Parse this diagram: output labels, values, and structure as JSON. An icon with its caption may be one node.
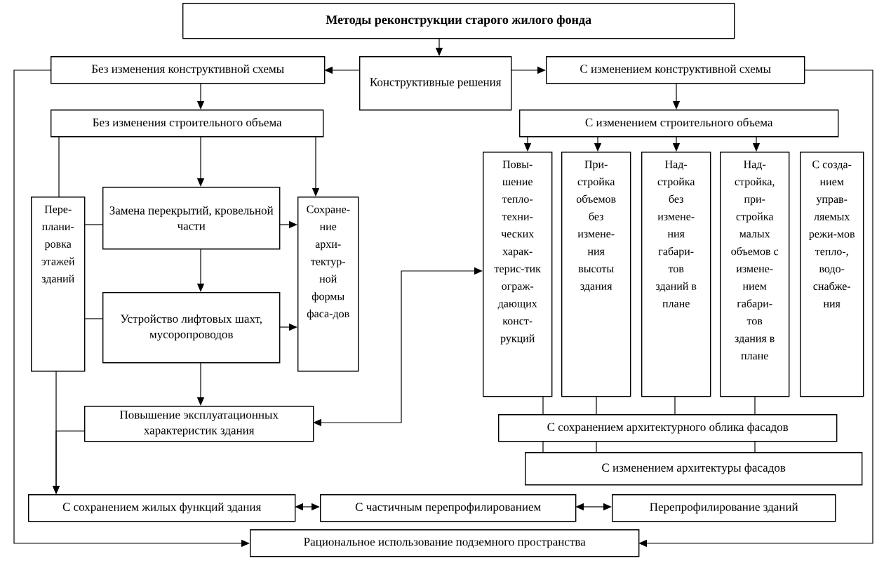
{
  "diagram": {
    "nodes": [
      {
        "text": [
          "Методы реконструкции старого жилого фонда"
        ]
      },
      {
        "text": [
          "Конструктивные решения"
        ]
      },
      {
        "text": [
          "Без изменения конструктивной схемы"
        ]
      },
      {
        "text": [
          "С изменением конструктивной схемы"
        ]
      },
      {
        "text": [
          "Без изменения строительного объема"
        ]
      },
      {
        "text": [
          "С изменением строительного объема"
        ]
      },
      {
        "text": [
          "Пере-плани-ровка этажей зданий"
        ]
      },
      {
        "text": [
          "Замена перекрытий, кровельной части"
        ]
      },
      {
        "text": [
          "Устройство лифтовых шахт, мусоропроводов"
        ]
      },
      {
        "text": [
          "Сохране-ние архи-тектур-ной формы фаса-дов"
        ]
      },
      {
        "text": [
          "Повышение эксплуатационных характеристик здания"
        ]
      },
      {
        "text": [
          "Повы-шение тепло-техни-ческих харак-терис-тик ограж-дающих конст-рукций"
        ]
      },
      {
        "text": [
          "При-стройка объемов без измене-ния высоты здания"
        ]
      },
      {
        "text": [
          "Над-стройка без измене-ния габари-тов зданий в плане"
        ]
      },
      {
        "text": [
          "Над-стройка, при-стройка малых объемов с измене-нием габари-тов здания в плане"
        ]
      },
      {
        "text": [
          "С созда-нием управ-ляемых режи-мов тепло-, водо-снабже-ния"
        ]
      },
      {
        "text": [
          "С сохранением архитектурного облика фасадов"
        ]
      },
      {
        "text": [
          "С изменением архитектуры фасадов"
        ]
      },
      {
        "text": [
          "С сохранением жилых функций здания"
        ]
      },
      {
        "text": [
          "С частичным перепрофилированием"
        ]
      },
      {
        "text": [
          "Перепрофилирование зданий"
        ]
      },
      {
        "text": [
          "Рациональное использование подземного пространства"
        ]
      }
    ],
    "edges": [
      {
        "from": 0,
        "to": 1,
        "arrow": "to"
      },
      {
        "from": 1,
        "to": 2,
        "arrow": "to"
      },
      {
        "from": 1,
        "to": 3,
        "arrow": "to"
      },
      {
        "from": 2,
        "to": 4,
        "arrow": "to"
      },
      {
        "from": 3,
        "to": 5,
        "arrow": "to"
      },
      {
        "from": 4,
        "to": 6,
        "arrow": "none"
      },
      {
        "from": 4,
        "to": 7,
        "arrow": "to"
      },
      {
        "from": 4,
        "to": 9,
        "arrow": "to"
      },
      {
        "from": 6,
        "to": 7,
        "arrow": "none"
      },
      {
        "from": 6,
        "to": 8,
        "arrow": "none"
      },
      {
        "from": 7,
        "to": 9,
        "arrow": "to"
      },
      {
        "from": 7,
        "to": 8,
        "arrow": "to"
      },
      {
        "from": 8,
        "to": 9,
        "arrow": "to"
      },
      {
        "from": 8,
        "to": 10,
        "arrow": "to"
      },
      {
        "from": 6,
        "to": 18,
        "arrow": "to"
      },
      {
        "from": 10,
        "to": 18,
        "arrow": "to"
      },
      {
        "from": 2,
        "to": 21,
        "arrow": "to"
      },
      {
        "from": 3,
        "to": 21,
        "arrow": "to"
      },
      {
        "from": 10,
        "to": 11,
        "arrow": "both"
      },
      {
        "from": 5,
        "to": 11,
        "arrow": "to"
      },
      {
        "from": 5,
        "to": 12,
        "arrow": "to"
      },
      {
        "from": 5,
        "to": 13,
        "arrow": "to"
      },
      {
        "from": 5,
        "to": 14,
        "arrow": "to"
      },
      {
        "from": 11,
        "to": 16,
        "arrow": "none"
      },
      {
        "from": 12,
        "to": 16,
        "arrow": "none"
      },
      {
        "from": 13,
        "to": 16,
        "arrow": "none"
      },
      {
        "from": 14,
        "to": 16,
        "arrow": "none"
      },
      {
        "from": 16,
        "to": 17,
        "arrow": "none"
      },
      {
        "from": 16,
        "to": 17,
        "arrow": "none"
      },
      {
        "from": 16,
        "to": 17,
        "arrow": "none"
      },
      {
        "from": 18,
        "to": 19,
        "arrow": "both"
      },
      {
        "from": 19,
        "to": 20,
        "arrow": "both"
      }
    ]
  }
}
